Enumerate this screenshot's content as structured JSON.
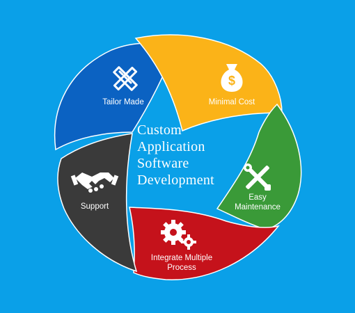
{
  "center": {
    "title": "Custom\nApplication\nSoftware\nDevelopment"
  },
  "segments": [
    {
      "label": "Tailor Made",
      "color": "#0b62c2",
      "icon": "pencil-ruler-icon"
    },
    {
      "label": "Minimal Cost",
      "color": "#fbb318",
      "icon": "money-bag-icon"
    },
    {
      "label": "Easy\nMaintenance",
      "color": "#3a9a38",
      "icon": "wrench-screwdriver-icon"
    },
    {
      "label": "Integrate Multiple\nProcess",
      "color": "#c5121b",
      "icon": "gears-icon"
    },
    {
      "label": "Support",
      "color": "#3a3a3a",
      "icon": "handshake-icon"
    }
  ],
  "colors": {
    "background": "#0aa0e8",
    "text": "#ffffff"
  }
}
